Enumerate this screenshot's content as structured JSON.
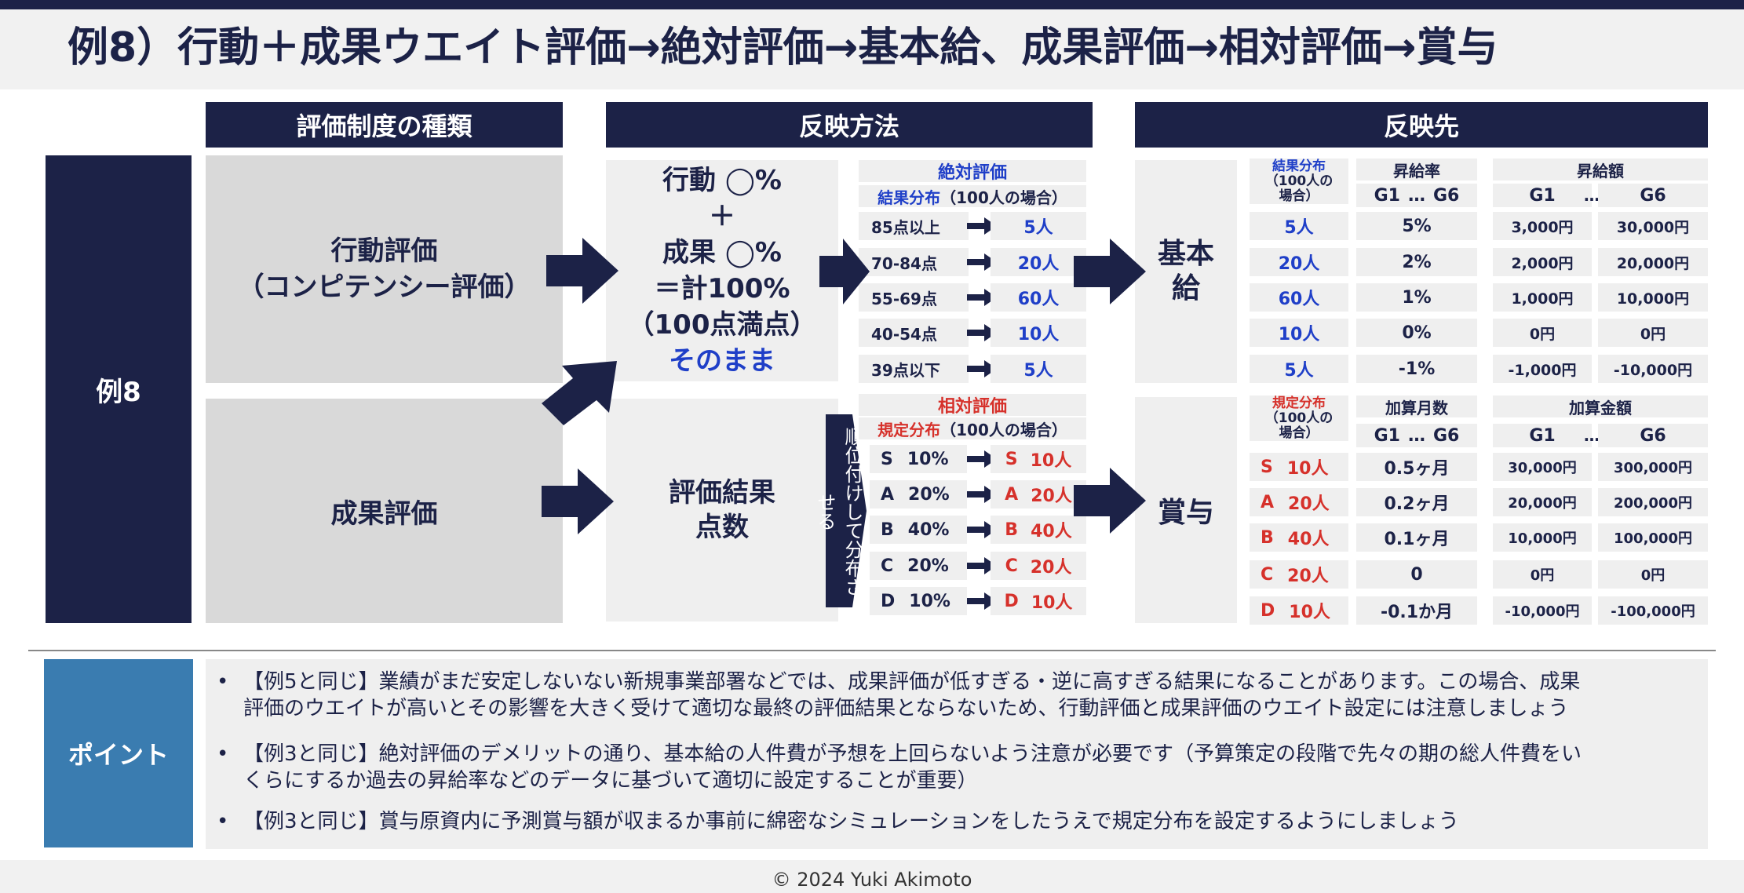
{
  "title": "例8）行動＋成果ウエイト評価→絶対評価→基本給、成果評価→相対評価→賞与",
  "headers": {
    "type": "評価制度の種類",
    "method": "反映方法",
    "target": "反映先"
  },
  "example_label": "例8",
  "eval_types": {
    "behavior_line1": "行動評価",
    "behavior_line2": "（コンピテンシー評価）",
    "result": "成果評価"
  },
  "weight_box": {
    "line1": "行動 ◯%",
    "line2": "＋",
    "line3": "成果 ◯%",
    "line4": "＝計100%",
    "line5": "（100点満点）",
    "line6": "そのまま"
  },
  "result_box": {
    "line1": "評価結果",
    "line2": "点数"
  },
  "rank_label": "順位付けして分布させる",
  "absolute": {
    "title": "絶対評価",
    "dist_label": "結果分布",
    "dist_note": "（100人の場合）",
    "rows": [
      {
        "range": "85点以上",
        "people": "5人"
      },
      {
        "range": "70-84点",
        "people": "20人"
      },
      {
        "range": "55-69点",
        "people": "60人"
      },
      {
        "range": "40-54点",
        "people": "10人"
      },
      {
        "range": "39点以下",
        "people": "5人"
      }
    ]
  },
  "relative": {
    "title": "相対評価",
    "dist_label": "規定分布",
    "dist_note": "（100人の場合）",
    "rows": [
      {
        "grade": "S",
        "pct": "10%",
        "people": "10人"
      },
      {
        "grade": "A",
        "pct": "20%",
        "people": "20人"
      },
      {
        "grade": "B",
        "pct": "40%",
        "people": "40人"
      },
      {
        "grade": "C",
        "pct": "20%",
        "people": "20人"
      },
      {
        "grade": "D",
        "pct": "10%",
        "people": "10人"
      }
    ]
  },
  "base_salary": {
    "label_line1": "基本",
    "label_line2": "給",
    "dist_head_line1": "結果分布",
    "dist_head_line2": "（100人の",
    "dist_head_line3": "場合）",
    "rate_head": "昇給率",
    "amount_head": "昇給額",
    "g1": "G1",
    "dots": "…",
    "g6": "G6",
    "rows": [
      {
        "people": "5人",
        "rate": "5%",
        "g1": "3,000円",
        "g6": "30,000円"
      },
      {
        "people": "20人",
        "rate": "2%",
        "g1": "2,000円",
        "g6": "20,000円"
      },
      {
        "people": "60人",
        "rate": "1%",
        "g1": "1,000円",
        "g6": "10,000円"
      },
      {
        "people": "10人",
        "rate": "0%",
        "g1": "0円",
        "g6": "0円"
      },
      {
        "people": "5人",
        "rate": "-1%",
        "g1": "-1,000円",
        "g6": "-10,000円"
      }
    ]
  },
  "bonus": {
    "label": "賞与",
    "dist_head_line1": "規定分布",
    "dist_head_line2": "（100人の",
    "dist_head_line3": "場合）",
    "months_head": "加算月数",
    "amount_head": "加算金額",
    "g1": "G1",
    "dots": "…",
    "g6": "G6",
    "rows": [
      {
        "grade": "S",
        "people": "10人",
        "months": "0.5ヶ月",
        "g1": "30,000円",
        "g6": "300,000円"
      },
      {
        "grade": "A",
        "people": "20人",
        "months": "0.2ヶ月",
        "g1": "20,000円",
        "g6": "200,000円"
      },
      {
        "grade": "B",
        "people": "40人",
        "months": "0.1ヶ月",
        "g1": "10,000円",
        "g6": "100,000円"
      },
      {
        "grade": "C",
        "people": "20人",
        "months": "0",
        "g1": "0円",
        "g6": "0円"
      },
      {
        "grade": "D",
        "people": "10人",
        "months": "-0.1か月",
        "g1": "-10,000円",
        "g6": "-100,000円"
      }
    ]
  },
  "points": {
    "label": "ポイント",
    "items": [
      {
        "line1": "【例5と同じ】業績がまだ安定しないない新規事業部署などでは、成果評価が低すぎる・逆に高すぎる結果になることがあります。この場合、成果",
        "line2": "評価のウエイトが高いとその影響を大きく受けて適切な最終の評価結果とならないため、行動評価と成果評価のウエイト設定には注意しましょう"
      },
      {
        "line1": "【例3と同じ】絶対評価のデメリットの通り、基本給の人件費が予想を上回らないよう注意が必要です（予算策定の段階で先々の期の総人件費をい",
        "line2": "くらにするか過去の昇給率などのデータに基づいて適切に設定することが重要）"
      },
      {
        "line1": "【例3と同じ】賞与原資内に予測賞与額が収まるか事前に綿密なシミュレーションをしたうえで規定分布を設定するようにしましょう",
        "line2": ""
      }
    ]
  },
  "footer": "© 2024 Yuki Akimoto",
  "colors": {
    "navy": "#1c2247",
    "blue": "#1f3fc8",
    "red": "#d6312b",
    "point_blue": "#3a7cb0"
  }
}
